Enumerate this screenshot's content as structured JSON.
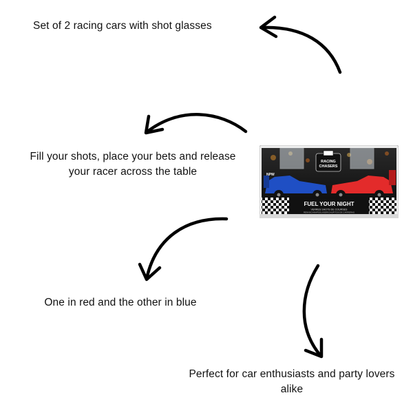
{
  "captions": {
    "set_of_two": "Set of 2 racing cars with shot glasses",
    "fill_shots_line1": "Fill your shots, place your bets and release",
    "fill_shots_line2": "your racer across the table",
    "colors": "One in red and the other in blue",
    "perfect_line1": "Perfect for car enthusiasts and party lovers",
    "perfect_line2": "alike"
  },
  "product_box": {
    "brand_logo": "NPW",
    "brand_line1": "RACING",
    "brand_line2": "CHASERS",
    "headline": "FUEL YOUR NIGHT",
    "subline1": "VERRES SHOTS DE COURSES",
    "subline2": "RENNSCHNAPSGLÄSER/CHUPITOS DE CARRERAS"
  },
  "colors": {
    "text": "#111111",
    "arrow": "#000000",
    "car_blue": "#1f4fc4",
    "car_red": "#e32b2b",
    "box_dark": "#1b1b1b"
  },
  "icons": {
    "arrow_style": "hand-drawn-curved-arrow"
  }
}
